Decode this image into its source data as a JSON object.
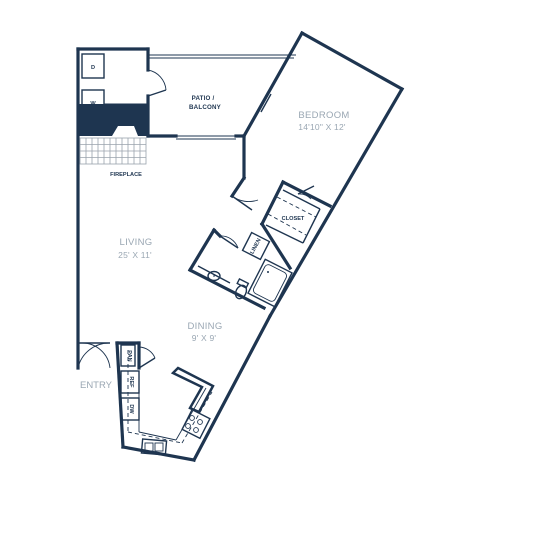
{
  "rooms": {
    "bedroom": {
      "name": "BEDROOM",
      "dims": "14'10\" X 12'"
    },
    "living": {
      "name": "LIVING",
      "dims": "25' X 11'"
    },
    "dining": {
      "name": "DINING",
      "dims": "9' X 9'"
    },
    "patio": {
      "line1": "PATIO /",
      "line2": "BALCONY"
    },
    "closet": "CLOSET",
    "linen": "LINEN",
    "fireplace": "FIREPLACE",
    "entry": "ENTRY"
  },
  "appliances": {
    "dryer": "D",
    "washer": "W",
    "pantry": "PAN",
    "refrigerator": "REF",
    "dishwasher": "DW"
  },
  "colors": {
    "wall": "#1e3550",
    "label": "#9aa7b3"
  }
}
